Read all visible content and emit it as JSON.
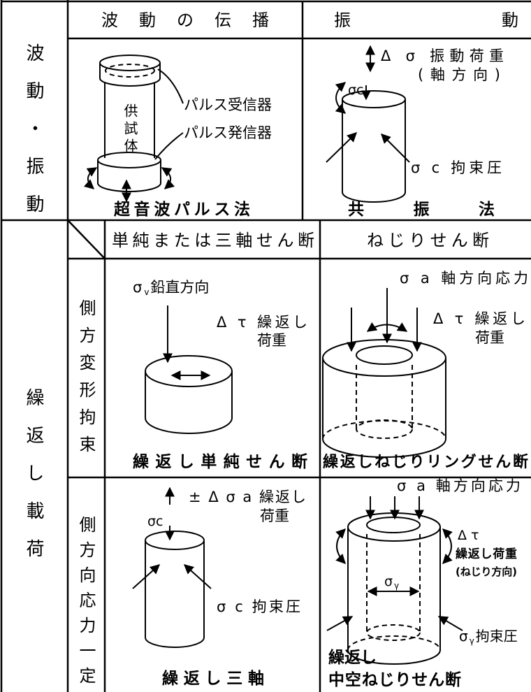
{
  "header": {
    "wave_vibration_label": "波動・振動",
    "wave_propagation": "波 動 の 伝 播",
    "vibration": "振 動"
  },
  "ultrasonic_pulse": {
    "receiver_label": "パルス受信器",
    "specimen_label": "供試体",
    "transmitter_label": "パルス発信器",
    "method_name": "超音波パルス法"
  },
  "resonance": {
    "vibration_load_label": "Δ σ 振動荷重",
    "axial_note": "(軸方向)",
    "sigma_c_symbol": "σc",
    "confining_label": "σ c 拘束圧",
    "method_name": "共 振 法"
  },
  "cyclic_loading": {
    "label": "繰返し載荷",
    "col_simple_triaxial": "単純または三軸せん断",
    "col_torsional": "ねじりせん断",
    "lateral_constraint": {
      "label": "側方変形拘束",
      "simple_shear": {
        "vertical_symbol": "σ",
        "vertical_sub": "v",
        "vertical_text": "鉛直方向",
        "cyclic_label": "Δ τ 繰返し",
        "load_label": "荷重",
        "method_name": "繰返し単純せん断"
      },
      "ring_shear": {
        "axial_label": "σ a 軸方向応力",
        "cyclic_label": "Δ τ 繰返し",
        "load_label": "荷重",
        "method_name": "繰返しねじりリングせん断"
      }
    },
    "lateral_stress_constant": {
      "label": "側方向応力一定",
      "triaxial": {
        "cyclic_label": "± Δ σ a 繰返し",
        "load_label": "荷重",
        "sigma_c_symbol": "σc",
        "confining_label": "σ c 拘束圧",
        "method_name": "繰返し三軸"
      },
      "hollow_torsion": {
        "axial_label": "σ a 軸方向応力",
        "delta_tau": "Δ τ",
        "cyclic_load_label": "繰返し荷重",
        "direction_note": "(ねじり方向)",
        "radial_symbol": "σ",
        "radial_sub": "γ",
        "confining_symbol": "σ",
        "confining_sub": "γ",
        "confining_text": "拘束圧",
        "method_line1": "繰返し",
        "method_line2": "中空ねじりせん断"
      }
    }
  }
}
